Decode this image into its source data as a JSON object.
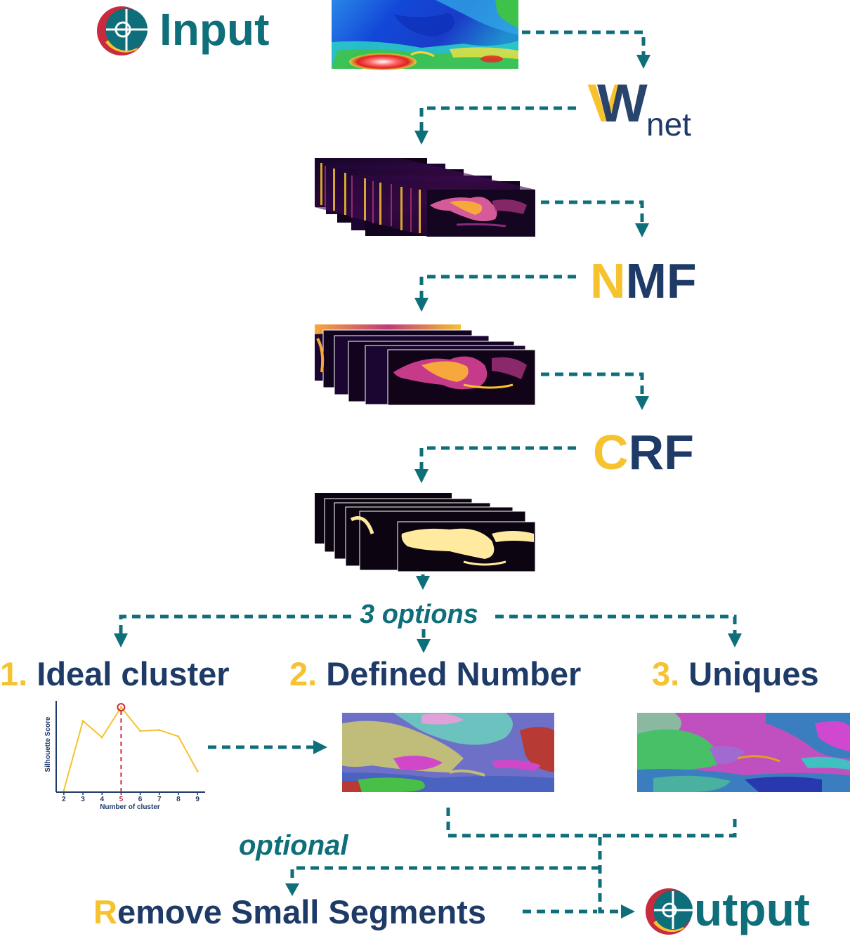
{
  "header": {
    "input_label": "Input",
    "logo_icon": "target-logo-icon"
  },
  "steps": {
    "wnet": {
      "letter_front": "V",
      "letter_back": "W",
      "subscript": "net"
    },
    "nmf": {
      "first": "N",
      "rest": "MF"
    },
    "crf": {
      "first": "C",
      "rest": "RF"
    }
  },
  "branch": {
    "label": "3 options"
  },
  "options": [
    {
      "number": "1.",
      "label": "Ideal cluster"
    },
    {
      "number": "2.",
      "label": "Defined Number"
    },
    {
      "number": "3.",
      "label": "Uniques"
    }
  ],
  "optional": {
    "label": "optional"
  },
  "remove": {
    "first": "R",
    "rest": "emove Small Segments"
  },
  "output": {
    "label": "utput",
    "logo_icon": "target-logo-icon"
  },
  "chart_data": {
    "type": "line",
    "x": [
      2,
      3,
      4,
      5,
      6,
      7,
      8,
      9
    ],
    "values": [
      0.02,
      0.78,
      0.6,
      0.93,
      0.67,
      0.68,
      0.61,
      0.23
    ],
    "xlabel": "Number of cluster",
    "ylabel": "Silhouette Score",
    "xlim": [
      1.6,
      9.4
    ],
    "ylim": [
      0,
      1
    ],
    "highlight_x": 5,
    "line_color": "#f6c230",
    "highlight_color": "#c82a3e"
  },
  "colors": {
    "teal": "#0e6e79",
    "navy": "#1e3a66",
    "gold": "#f6c230",
    "red": "#c82a3e"
  }
}
